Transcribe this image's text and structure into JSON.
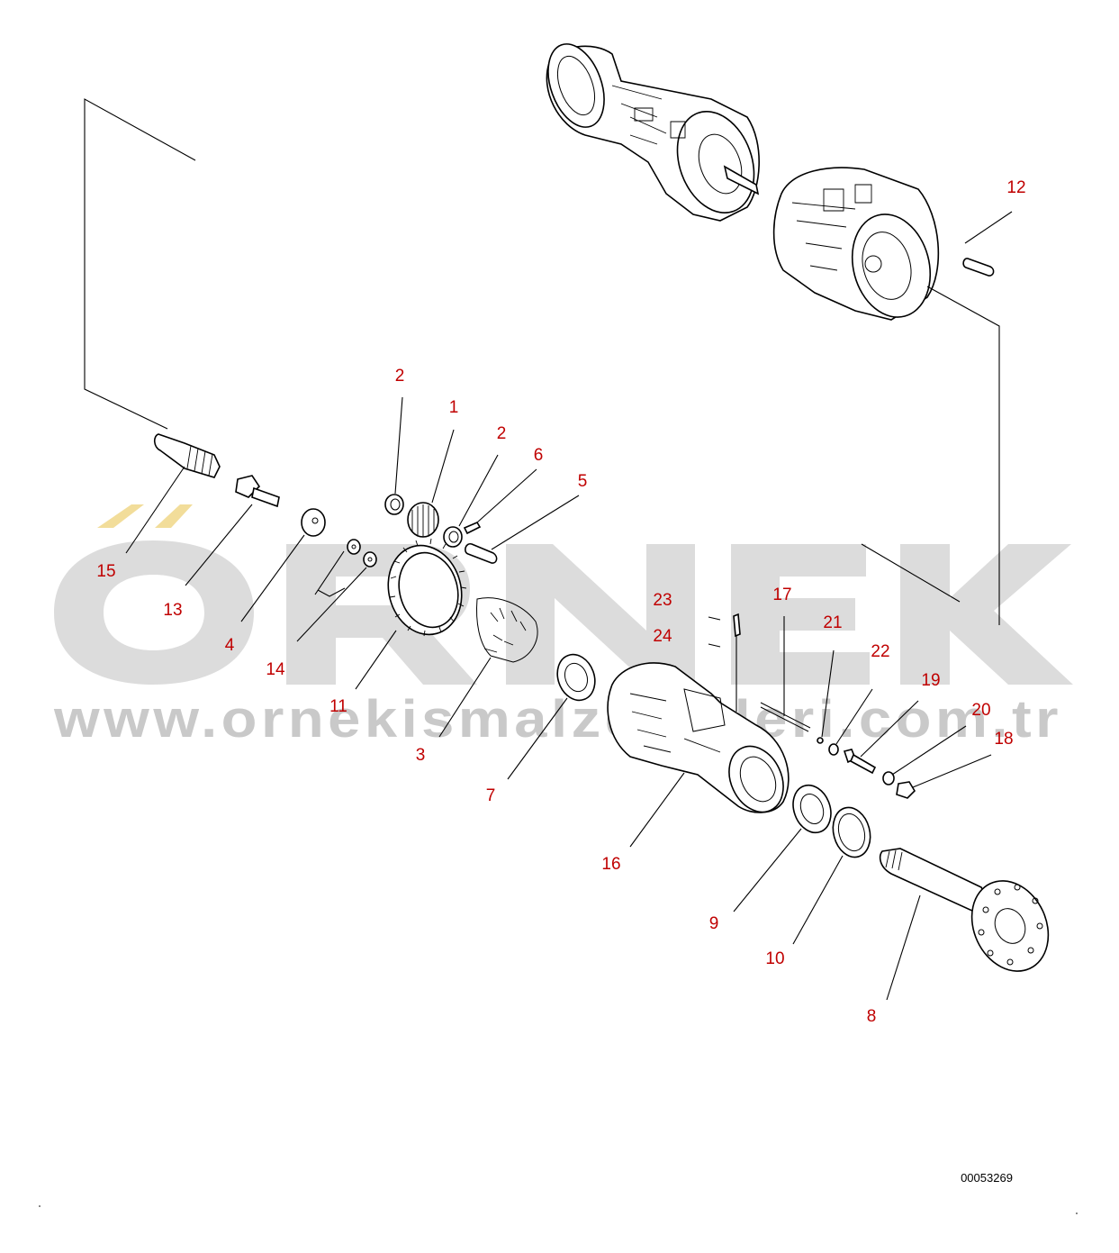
{
  "document_number": "00053269",
  "watermark": {
    "brand": "ÖRNEK",
    "url": "www.ornekismalzemeleri.com.tr",
    "brand_color": "#dcdcdc",
    "accent_color": "#f2dd9a"
  },
  "callout_color": "#c00000",
  "callouts": [
    {
      "id": "callout-1",
      "label": "1"
    },
    {
      "id": "callout-2a",
      "label": "2"
    },
    {
      "id": "callout-2b",
      "label": "2"
    },
    {
      "id": "callout-3",
      "label": "3"
    },
    {
      "id": "callout-4",
      "label": "4"
    },
    {
      "id": "callout-5",
      "label": "5"
    },
    {
      "id": "callout-6",
      "label": "6"
    },
    {
      "id": "callout-7",
      "label": "7"
    },
    {
      "id": "callout-8",
      "label": "8"
    },
    {
      "id": "callout-9",
      "label": "9"
    },
    {
      "id": "callout-10",
      "label": "10"
    },
    {
      "id": "callout-11",
      "label": "11"
    },
    {
      "id": "callout-12",
      "label": "12"
    },
    {
      "id": "callout-13",
      "label": "13"
    },
    {
      "id": "callout-14",
      "label": "14"
    },
    {
      "id": "callout-15",
      "label": "15"
    },
    {
      "id": "callout-16",
      "label": "16"
    },
    {
      "id": "callout-17",
      "label": "17"
    },
    {
      "id": "callout-18",
      "label": "18"
    },
    {
      "id": "callout-19",
      "label": "19"
    },
    {
      "id": "callout-20",
      "label": "20"
    },
    {
      "id": "callout-21",
      "label": "21"
    },
    {
      "id": "callout-22",
      "label": "22"
    },
    {
      "id": "callout-23",
      "label": "23"
    },
    {
      "id": "callout-24",
      "label": "24"
    }
  ]
}
